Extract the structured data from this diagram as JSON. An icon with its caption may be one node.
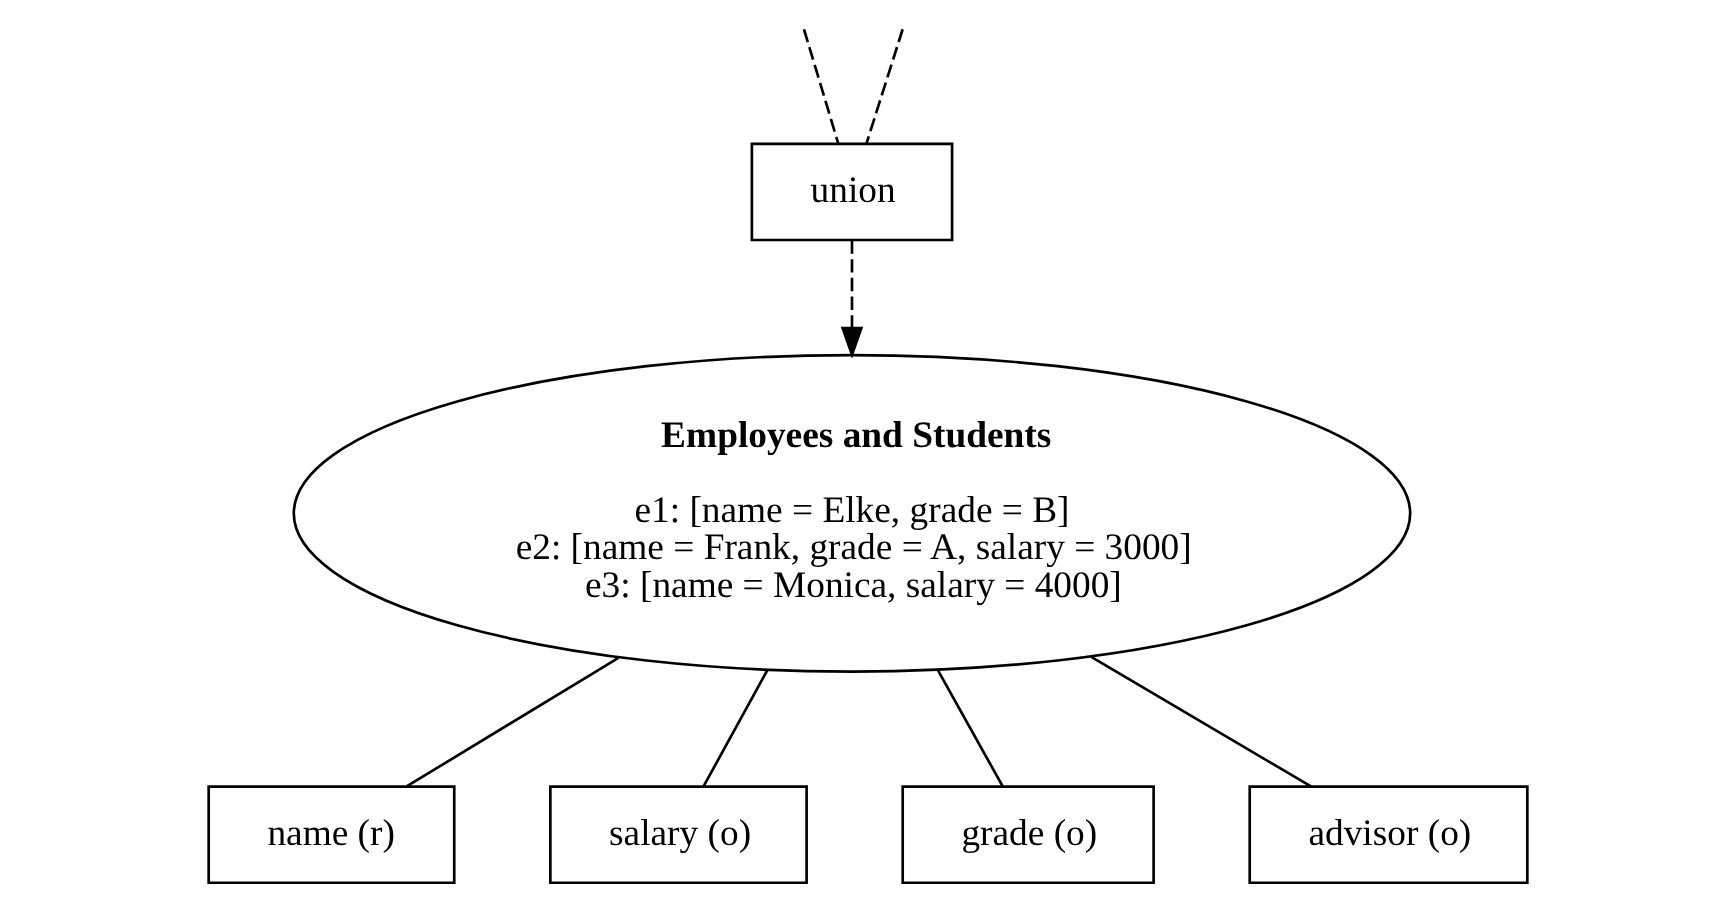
{
  "diagram": {
    "nodes": [
      {
        "text": [
          "union"
        ]
      },
      {
        "text": [
          "Employees and Students",
          "e1: [name = Elke, grade = B]",
          "e2: [name = Frank, grade = A, salary = 3000]",
          "e3: [name = Monica, salary = 4000]"
        ]
      },
      {
        "text": [
          "name (r)"
        ]
      },
      {
        "text": [
          "salary (o)"
        ]
      },
      {
        "text": [
          "grade (o)"
        ]
      },
      {
        "text": [
          "advisor (o)"
        ]
      }
    ],
    "edges": [
      {
        "from": null,
        "to": 0,
        "arrow": "none",
        "style": "dashed"
      },
      {
        "from": null,
        "to": 0,
        "arrow": "none",
        "style": "dashed"
      },
      {
        "from": 0,
        "to": 1,
        "arrow": "to",
        "style": "dashed"
      },
      {
        "from": 1,
        "to": 2,
        "arrow": "none"
      },
      {
        "from": 1,
        "to": 3,
        "arrow": "none"
      },
      {
        "from": 1,
        "to": 4,
        "arrow": "none"
      },
      {
        "from": 1,
        "to": 5,
        "arrow": "none"
      }
    ]
  }
}
